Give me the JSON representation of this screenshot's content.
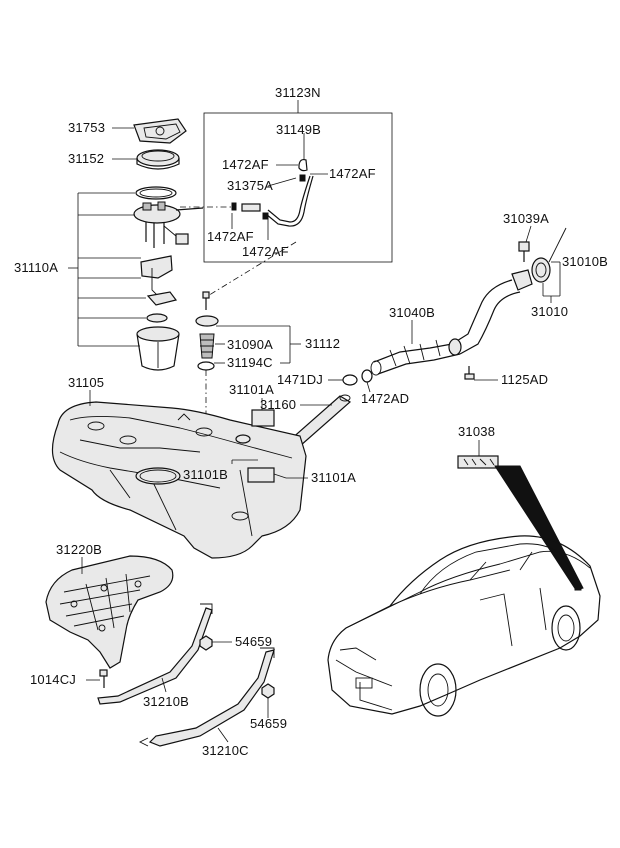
{
  "labels": {
    "p31123N": "31123N",
    "p31753": "31753",
    "p31152": "31152",
    "p31149B": "31149B",
    "p1472AF_a": "1472AF",
    "p1472AF_b": "1472AF",
    "p31375A": "31375A",
    "p1472AF_c": "1472AF",
    "p1472AF_d": "1472AF",
    "p31110A": "31110A",
    "p31039A": "31039A",
    "p31010B": "31010B",
    "p31010": "31010",
    "p31040B": "31040B",
    "p31090A": "31090A",
    "p31112": "31112",
    "p31194C": "31194C",
    "p31105": "31105",
    "p31101A_a": "31101A",
    "p1471DJ": "1471DJ",
    "p1125AD": "1125AD",
    "p31160": "31160",
    "p1472AD": "1472AD",
    "p31038": "31038",
    "p31101B": "31101B",
    "p31101A_b": "31101A",
    "p31220B": "31220B",
    "p54659_a": "54659",
    "p1014CJ": "1014CJ",
    "p31210B": "31210B",
    "p54659_b": "54659",
    "p31210C": "31210C"
  }
}
